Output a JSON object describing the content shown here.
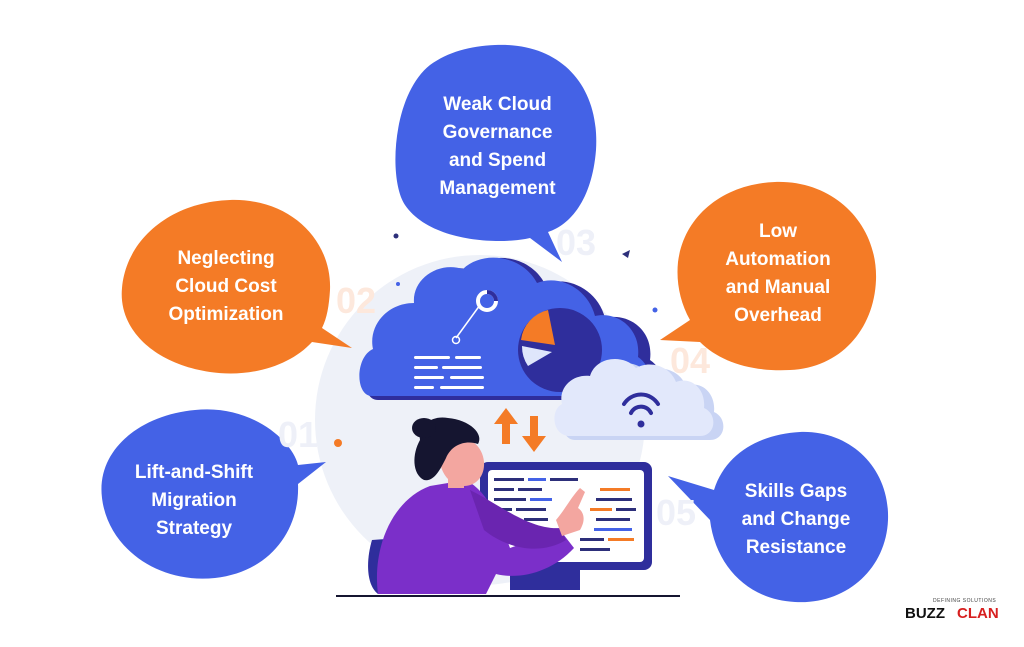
{
  "challenges": [
    {
      "number": "01",
      "label": "Lift-and-Shift Migration Strategy",
      "lines": [
        "Lift-and-Shift",
        "Migration",
        "Strategy"
      ],
      "color": "#4462e6"
    },
    {
      "number": "02",
      "label": "Neglecting Cloud Cost Optimization",
      "lines": [
        "Neglecting",
        "Cloud Cost",
        "Optimization"
      ],
      "color": "#f47b26"
    },
    {
      "number": "03",
      "label": "Weak Cloud Governance and Spend Management",
      "lines": [
        "Weak Cloud",
        "Governance",
        "and Spend",
        "Management"
      ],
      "color": "#4462e6"
    },
    {
      "number": "04",
      "label": "Low Automation and Manual Overhead",
      "lines": [
        "Low",
        "Automation",
        "and Manual",
        "Overhead"
      ],
      "color": "#f47b26"
    },
    {
      "number": "05",
      "label": "Skills Gaps and Change Resistance",
      "lines": [
        "Skills Gaps",
        "and Change",
        "Resistance"
      ],
      "color": "#4462e6"
    }
  ],
  "logo": {
    "word1": "BUZZ",
    "word2": "CLAN",
    "tagline": "DEFINING SOLUTIONS"
  },
  "icons": [
    "cloud-dashboard-icon",
    "wifi-cloud-icon",
    "pie-chart-icon",
    "upload-download-arrows-icon",
    "person-at-computer-illustration"
  ]
}
